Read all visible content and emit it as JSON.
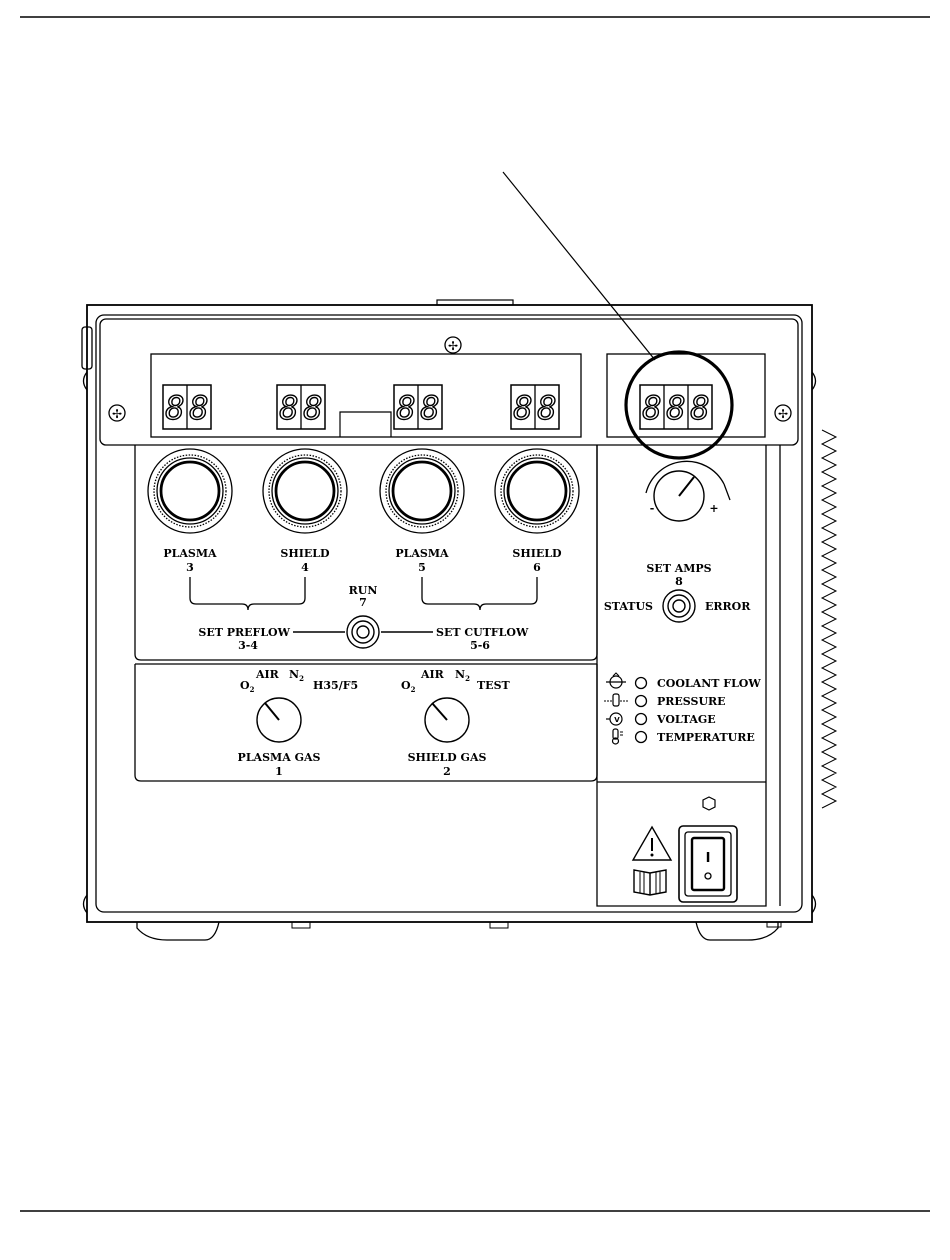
{
  "control_panel": {
    "displays": {
      "digit_glyph": "8"
    },
    "knobs": [
      {
        "name": "PLASMA",
        "num": "3"
      },
      {
        "name": "SHIELD",
        "num": "4"
      },
      {
        "name": "PLASMA",
        "num": "5"
      },
      {
        "name": "SHIELD",
        "num": "6"
      }
    ],
    "run": {
      "label": "RUN",
      "num": "7"
    },
    "preflow": {
      "label": "SET PREFLOW",
      "num": "3-4"
    },
    "cutflow": {
      "label": "SET CUTFLOW",
      "num": "5-6"
    },
    "amps": {
      "label": "SET AMPS",
      "num": "8",
      "status": "STATUS",
      "error": "ERROR",
      "minus": "-",
      "plus": "+"
    },
    "plasma_gas": {
      "o2": "O",
      "o2_sub": "2",
      "air": "AIR",
      "n2": "N",
      "n2_sub": "2",
      "h35": "H35/F5",
      "label": "PLASMA GAS",
      "num": "1"
    },
    "shield_gas": {
      "o2": "O",
      "o2_sub": "2",
      "air": "AIR",
      "n2": "N",
      "n2_sub": "2",
      "test": "TEST",
      "label": "SHIELD GAS",
      "num": "2"
    },
    "indicators": [
      {
        "label": "COOLANT FLOW",
        "icon": "coolant-flow-icon"
      },
      {
        "label": "PRESSURE",
        "icon": "pressure-icon"
      },
      {
        "label": "VOLTAGE",
        "icon": "voltage-icon"
      },
      {
        "label": "TEMPERATURE",
        "icon": "temperature-icon"
      }
    ],
    "power_switch": {
      "on": "I"
    }
  }
}
